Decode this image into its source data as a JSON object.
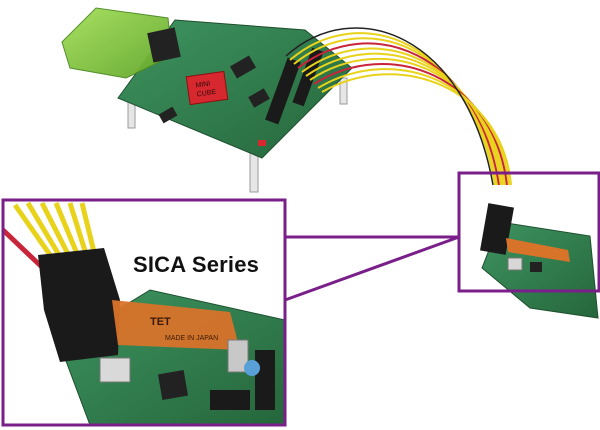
{
  "photo": {
    "caption": "SICA Series",
    "badge_text": "MINI\nCUBE",
    "flex_print": "TET",
    "flex_print_sub": "MADE IN JAPAN"
  },
  "colors": {
    "frame": "#7a1f8a",
    "board_green": "#2f7d4a",
    "wire_yellow": "#e8d21a",
    "wire_red": "#c8243a",
    "flex_orange": "#d8732a",
    "connector_black": "#1a1a1a",
    "probe_green": "#7fc93a"
  }
}
